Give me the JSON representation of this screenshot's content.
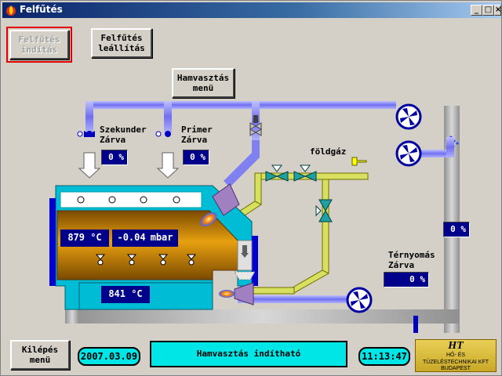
{
  "window": {
    "title": "Felfűtés",
    "controls": [
      "_",
      "□",
      "×"
    ]
  },
  "buttons": {
    "start": [
      "Felfűtés",
      "indítás"
    ],
    "stop": [
      "Felfűtés",
      "leállítás"
    ],
    "ashing": [
      "Hamvasztás",
      "menü"
    ],
    "exit": [
      "Kilépés",
      "menü"
    ]
  },
  "valves": {
    "secondary": {
      "label": [
        "Szekunder",
        "Zárva"
      ],
      "value": "0 %"
    },
    "primary": {
      "label": [
        "Primer",
        "Zárva"
      ],
      "value": "0 %"
    },
    "chamber": {
      "label": [
        "Térnyomás",
        "Zárva"
      ],
      "value": "0 %"
    },
    "stack": {
      "value": "0 %"
    }
  },
  "readouts": {
    "furnace_temp": "879 °C",
    "pressure_value": "-0.04",
    "pressure_unit": "mbar",
    "secondary_temp": "841 °C"
  },
  "gas_label": "földgáz",
  "footer": {
    "date": "2007.03.09",
    "status": "Hamvasztás indítható",
    "time": "11:13:47"
  },
  "logo": {
    "mark": "HT",
    "line1": "HŐ- ÉS",
    "line2": "TÜZELÉSTECHNIKAI KFT",
    "line3": "BUDAPEST"
  },
  "colors": {
    "air_pipe": "#8080ff",
    "gas_pipe": "#d8e060",
    "flue": "#00bcd4",
    "furnace_core": "#d08a00",
    "burner": "#a080c0",
    "valve": "#20a0a0",
    "readout_bg": "#00008b",
    "pill_bg": "#00e5e5"
  }
}
